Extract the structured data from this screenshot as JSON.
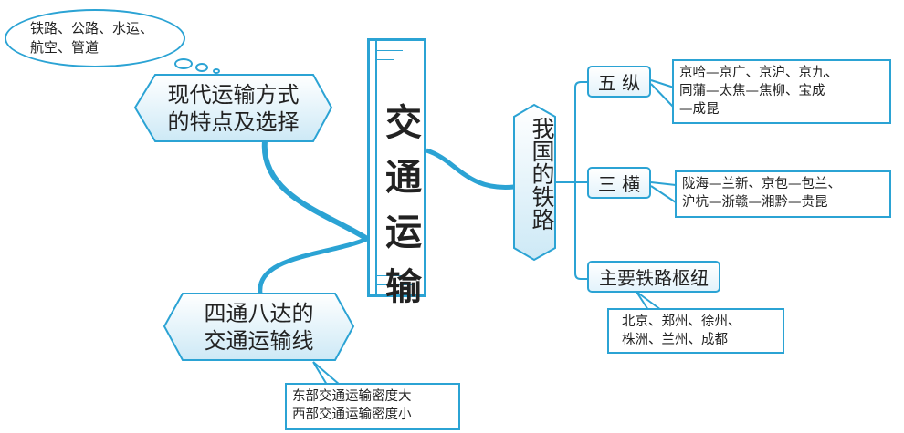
{
  "central_topic": "交通运输",
  "branches": {
    "modes": {
      "label_lines": [
        "现代运输方式",
        "的特点及选择"
      ],
      "note_lines": [
        "铁路、公路、水运、",
        "航空、管道"
      ]
    },
    "network": {
      "label_lines": [
        "四通八达的",
        "交通运输线"
      ],
      "note_lines": [
        "东部交通运输密度大",
        "西部交通运输密度小"
      ]
    },
    "railways": {
      "label": "我国的铁路",
      "children": [
        {
          "label": "五 纵",
          "detail_lines": [
            "京哈—京广、京沪、京九、",
            "同蒲—太焦—焦柳、宝成",
            "—成昆"
          ]
        },
        {
          "label": "三 横",
          "detail_lines": [
            "陇海—兰新、京包—包兰、",
            "沪杭—浙赣—湘黔—贵昆"
          ]
        },
        {
          "label": "主要铁路枢纽",
          "detail_lines": [
            "北京、郑州、徐州、",
            "株洲、兰州、成都"
          ]
        }
      ]
    }
  },
  "colors": {
    "accent": "#2ba3d4",
    "fill_light": "#e3f3fb",
    "text": "#222222"
  }
}
